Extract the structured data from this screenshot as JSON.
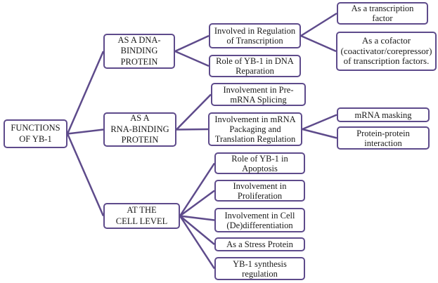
{
  "diagram": {
    "type": "mind-map",
    "line_color": "#5e4b8b",
    "root": {
      "id": "root",
      "label": "FUNCTIONS\nOF  YB-1"
    },
    "branches": [
      {
        "id": "dna",
        "label": "AS  A DNA-\nBINDING\nPROTEIN",
        "parent": "root",
        "children": [
          {
            "id": "reg-transcription",
            "label": "Involved  in Regulation\nof Transcription",
            "children": [
              {
                "id": "transcription-factor",
                "label": "As a transcription\nfactor"
              },
              {
                "id": "cofactor",
                "label": "As a cofactor\n(coactivator/corepressor)\nof transcription factors."
              }
            ]
          },
          {
            "id": "dna-reparation",
            "label": "Role of YB-1  in DNA\nReparation",
            "children": []
          }
        ]
      },
      {
        "id": "rna",
        "label": "AS  A\nRNA-BINDING\nPROTEIN",
        "parent": "root",
        "children": [
          {
            "id": "pre-mrna",
            "label": "Involvement  in Pre-\nmRNA  Splicing",
            "children": []
          },
          {
            "id": "mrna-packaging",
            "label": "Involvement  in mRNA\nPackaging  and\nTranslation  Regulation",
            "children": [
              {
                "id": "mrna-masking",
                "label": "mRNA  masking"
              },
              {
                "id": "protein-interaction",
                "label": "Protein-protein\ninteraction"
              }
            ]
          }
        ]
      },
      {
        "id": "cell",
        "label": "AT  THE\nCELL  LEVEL",
        "parent": "root",
        "children": [
          {
            "id": "apoptosis",
            "label": "Role of YB-1  in\nApoptosis",
            "children": []
          },
          {
            "id": "proliferation",
            "label": "Involvement  in\nProliferation",
            "children": []
          },
          {
            "id": "dedifferentiation",
            "label": "Involvement  in Cell\n(De)differentiation",
            "children": []
          },
          {
            "id": "stress",
            "label": "As  a Stress Protein",
            "children": []
          },
          {
            "id": "synthesis",
            "label": "YB-1  synthesis\nregulation",
            "children": []
          }
        ]
      }
    ]
  }
}
